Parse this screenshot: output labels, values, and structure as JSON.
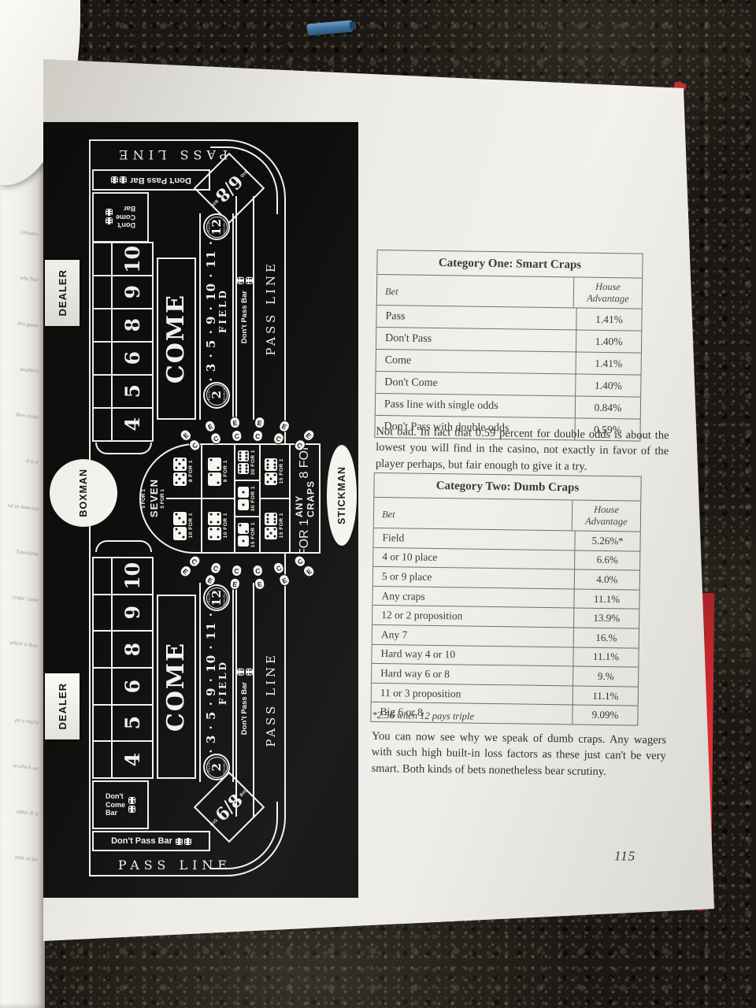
{
  "page_number": "115",
  "tables": [
    {
      "title": "Category One: Smart Craps",
      "col_bet": "Bet",
      "col_adv": "House Advantage",
      "rows": [
        [
          "Pass",
          "1.41%"
        ],
        [
          "Don't Pass",
          "1.40%"
        ],
        [
          "Come",
          "1.41%"
        ],
        [
          "Don't Come",
          "1.40%"
        ],
        [
          "Pass line with single odds",
          "0.84%"
        ],
        [
          "Don't Pass with double odds",
          "0.59%"
        ]
      ]
    },
    {
      "title": "Category Two: Dumb Craps",
      "col_bet": "Bet",
      "col_adv": "House Advantage",
      "rows": [
        [
          "Field",
          "5.26%*"
        ],
        [
          "4 or 10 place",
          "6.6%"
        ],
        [
          "5 or 9 place",
          "4.0%"
        ],
        [
          "Any craps",
          "11.1%"
        ],
        [
          "12 or 2 proposition",
          "13.9%"
        ],
        [
          "Any 7",
          "16.%"
        ],
        [
          "Hard way 4 or 10",
          "11.1%"
        ],
        [
          "Hard way 6 or 8",
          "9.%"
        ],
        [
          "11 or 3 proposition",
          "11.1%"
        ],
        [
          "Big 6 or 8",
          "9.09%"
        ]
      ]
    }
  ],
  "paragraphs": {
    "between": "Not bad. In fact that 0.59 percent for double odds is about the lowest you will find in the casino, not exactly in favor of the player perhaps, but fair enough to give it a try.",
    "footnote": "*2.56 when 12 pays triple",
    "after": "You can now see why we speak of dumb craps. Any wagers with such high built-in loss factors as these just can't be very smart. Both kinds of bets nonetheless bear scrutiny."
  },
  "diagram": {
    "labels": {
      "pass_line": "PASS LINE",
      "dont_pass_bar": "Don't Pass Bar",
      "dont_come_1": "Don't",
      "dont_come_2": "Come",
      "dont_come_3": "Bar",
      "come": "COME",
      "field": "FIELD",
      "field_numbers": "· 3 · 5 · 9 · 10 · 11 ·",
      "two": "2",
      "twelve": "12",
      "pays": "PAYS",
      "double": "DOUBLE",
      "big": "BIG",
      "six": "6",
      "eight": "8",
      "slash": "/",
      "dealer": "DEALER",
      "boxman": "BOXMAN",
      "stickman": "STICKMAN",
      "seven": "SEVEN",
      "seven_odds": "5 FOR 1",
      "any_craps_1": "ANY",
      "any_craps_2": "CRAPS",
      "any_craps_odds": "8 FOR 1",
      "c": "C",
      "e": "E"
    },
    "numbers": [
      "10",
      "9",
      "8",
      "6",
      "5",
      "4"
    ],
    "bar_dice": [
      6,
      6
    ],
    "prop_columns": [
      {
        "cells": [
          {
            "dice": [
              5,
              5
            ],
            "odds": "8 FOR 1"
          },
          {
            "dice": [
              3,
              3
            ],
            "odds": "10 FOR 1"
          }
        ]
      },
      {
        "cells": [
          {
            "dice": [
              2,
              2
            ],
            "odds": "8 FOR 1"
          },
          {
            "dice": [
              4,
              4
            ],
            "odds": "10 FOR 1"
          }
        ]
      },
      {
        "cells": [
          {
            "dice": [
              6,
              6
            ],
            "odds": "30 FOR 1"
          },
          {
            "dice": [
              1,
              1
            ],
            "odds": "30 FOR 1"
          },
          {
            "dice": [
              2,
              1
            ],
            "odds": "15 FOR 1"
          }
        ]
      },
      {
        "cells": [
          {
            "dice": [
              6,
              5
            ],
            "odds": "15 FOR 1"
          },
          {
            "dice": [
              6,
              5
            ],
            "odds": "15 FOR 1"
          }
        ]
      }
    ]
  },
  "left_page_fragments": [
    "Orleans",
    "who had",
    "this game",
    "southern",
    "then craps",
    "it is a",
    "ed in America",
    "Louisiana",
    "'craps' came",
    "which is how",
    "ps is really",
    "m which we",
    "other. It is",
    "only so far"
  ]
}
